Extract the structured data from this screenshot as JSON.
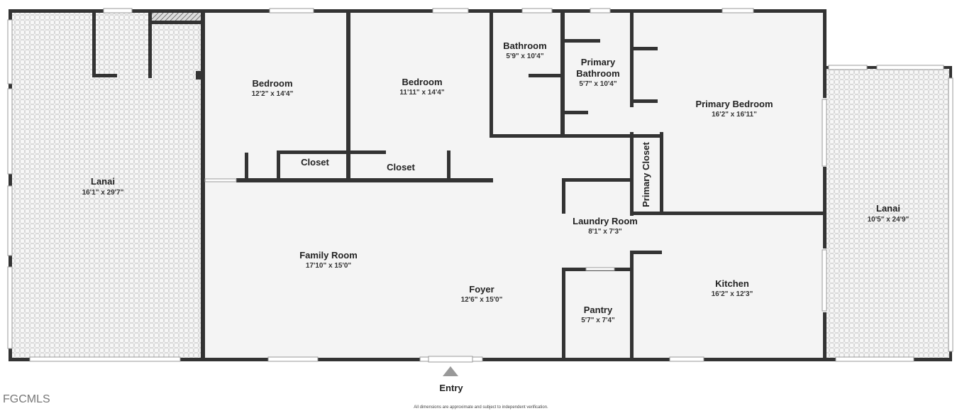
{
  "rooms": {
    "lanai_left": {
      "name": "Lanai",
      "dims": "16'1\" x 29'7\""
    },
    "bedroom_1": {
      "name": "Bedroom",
      "dims": "12'2\" x 14'4\""
    },
    "bedroom_2": {
      "name": "Bedroom",
      "dims": "11'11\" x 14'4\""
    },
    "bathroom": {
      "name": "Bathroom",
      "dims": "5'9\" x 10'4\""
    },
    "primary_bath": {
      "name_line1": "Primary",
      "name_line2": "Bathroom",
      "dims": "5'7\" x 10'4\""
    },
    "primary_bed": {
      "name": "Primary Bedroom",
      "dims": "16'2\" x 16'11\""
    },
    "closet_1": {
      "name": "Closet"
    },
    "closet_2": {
      "name": "Closet"
    },
    "primary_closet": {
      "name": "Primary Closet"
    },
    "laundry": {
      "name": "Laundry Room",
      "dims": "8'1\" x 7'3\""
    },
    "lanai_right": {
      "name": "Lanai",
      "dims": "10'5\" x 24'9\""
    },
    "family_room": {
      "name": "Family Room",
      "dims": "17'10\" x 15'0\""
    },
    "foyer": {
      "name": "Foyer",
      "dims": "12'6\" x 15'0\""
    },
    "pantry": {
      "name": "Pantry",
      "dims": "5'7\" x 7'4\""
    },
    "kitchen": {
      "name": "Kitchen",
      "dims": "16'2\" x 12'3\""
    }
  },
  "entry": {
    "label": "Entry"
  },
  "disclaimer": "All dimensions are approximate and subject to independent verification.",
  "brand": "FGCMLS",
  "colors": {
    "wall": "#333333",
    "floor": "#f4f4f4",
    "tile": "#cfcfcf",
    "window": "#9a9a9a"
  }
}
